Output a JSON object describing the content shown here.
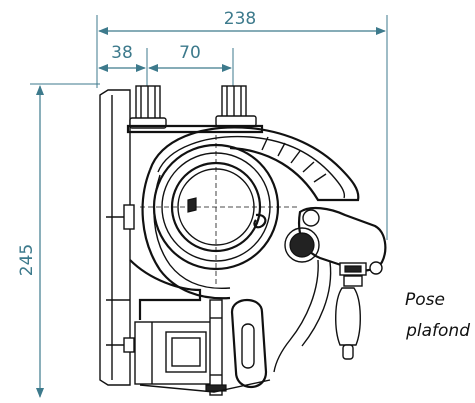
{
  "dimensions": {
    "overall_width": "238",
    "offset_first": "38",
    "offset_second": "70",
    "height": "245"
  },
  "note": {
    "line1": "Pose",
    "line2": "plafond"
  },
  "colors": {
    "dimension": "#3d7a8c",
    "drawing": "#111111",
    "background": "#ffffff"
  }
}
